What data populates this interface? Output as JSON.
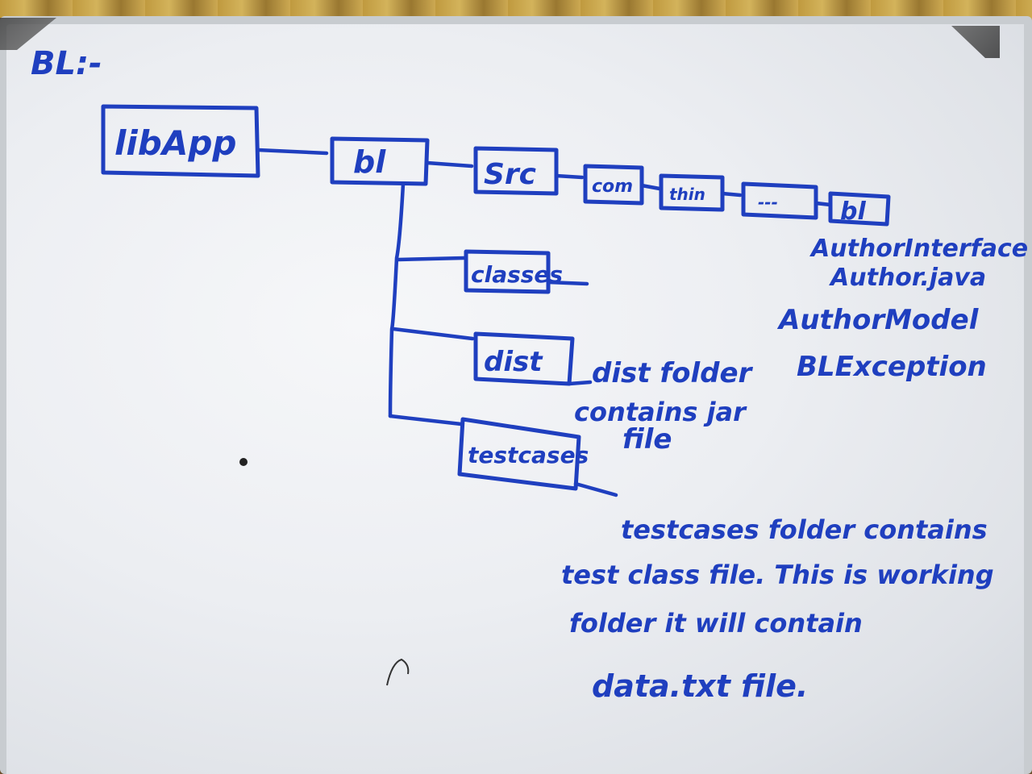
{
  "board": {
    "heading": "BL:-",
    "root": "libApp",
    "bl": "bl",
    "src": "Src",
    "com": "com",
    "thin": "thin",
    "pkg": "---",
    "bl_pkg": "bl",
    "classes": "classes",
    "dist": "dist",
    "testcases": "testcases",
    "bl_files": [
      "AuthorInterface",
      "Author.java",
      "AuthorModel",
      "BLException"
    ],
    "dist_note": [
      "dist folder",
      "contains jar",
      "file"
    ],
    "testcases_note": [
      "testcases folder contains",
      "test class file. This is working",
      "folder it will contain",
      "data.txt file."
    ]
  },
  "colors": {
    "ink": "#1f3fbf",
    "board": "#eceef2"
  }
}
